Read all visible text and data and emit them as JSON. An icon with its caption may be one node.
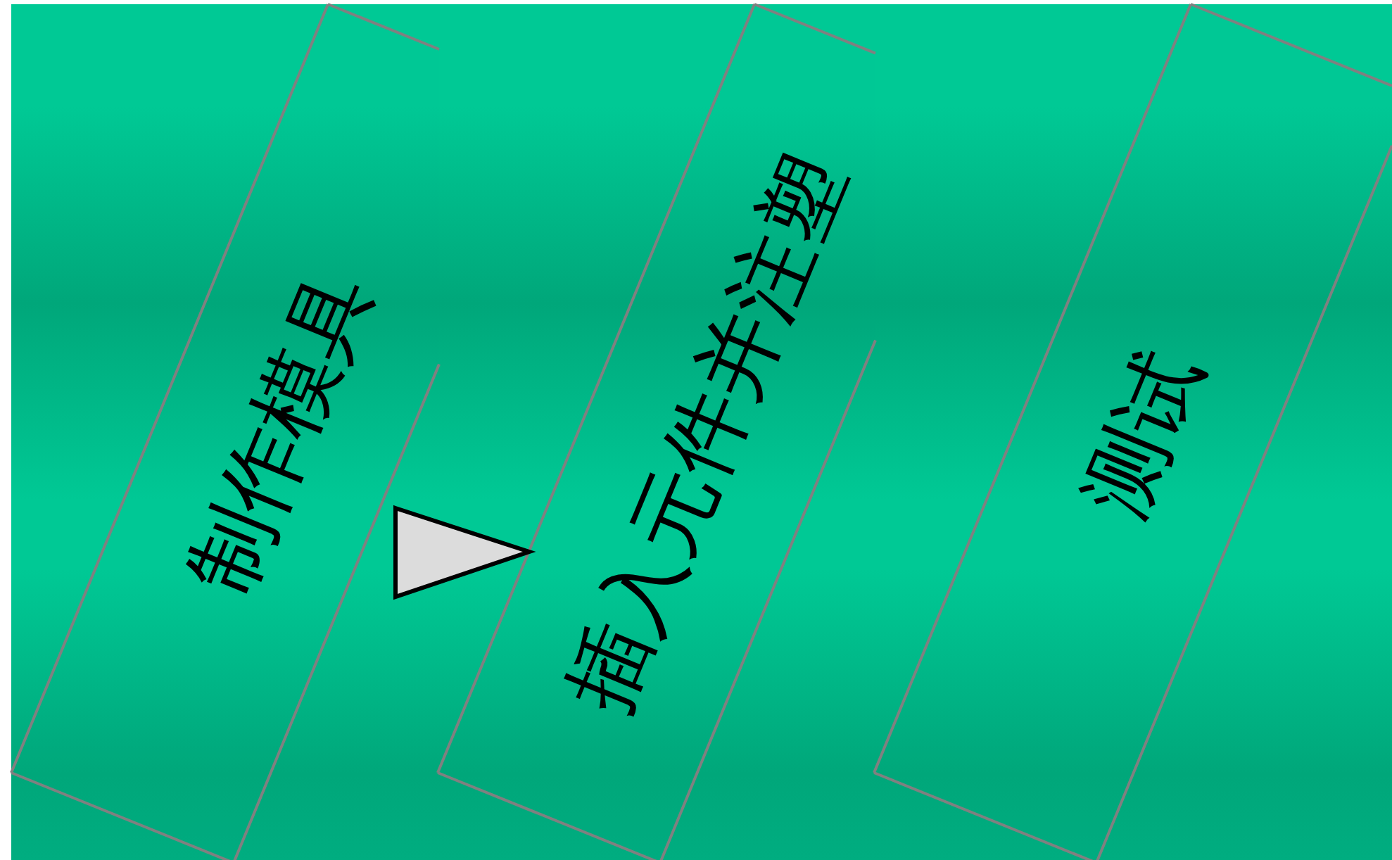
{
  "diagram": {
    "nodes": [
      {
        "text": [
          "制作模具"
        ]
      },
      {
        "text": [
          "插入元件并注塑"
        ]
      },
      {
        "text": [
          "测试"
        ]
      }
    ],
    "edges": [
      {
        "from": 0,
        "to": 1,
        "arrow": "to"
      }
    ]
  }
}
